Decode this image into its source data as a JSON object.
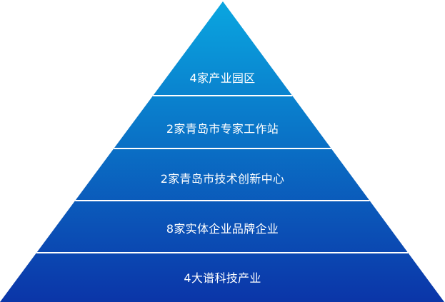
{
  "pyramid": {
    "tiers": [
      {
        "label": "4家产业园区"
      },
      {
        "label": "2家青岛市专家工作站"
      },
      {
        "label": "2家青岛市技术创新中心"
      },
      {
        "label": "8家实体企业品牌企业"
      },
      {
        "label": "4大谱科技产业"
      }
    ],
    "colors": {
      "top": "#0aa6e0",
      "bottom": "#0b35a8",
      "divider": "#ffffff",
      "text": "#ffffff"
    }
  }
}
